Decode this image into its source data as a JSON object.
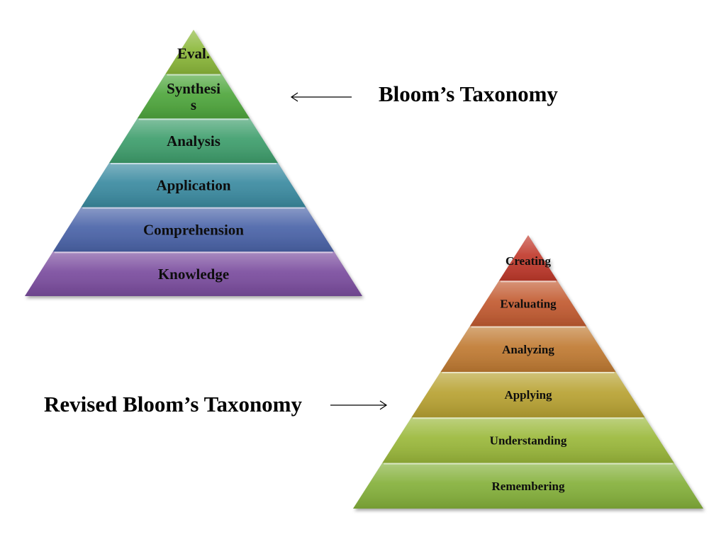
{
  "bloom": {
    "title": "Bloom’s Taxonomy",
    "levels": [
      {
        "label": "Eval.",
        "color": "#8bb83a"
      },
      {
        "label": "Synthesis",
        "color": "#4ea63c"
      },
      {
        "label": "Analysis",
        "color": "#3e9e6c"
      },
      {
        "label": "Application",
        "color": "#3a8aa0"
      },
      {
        "label": "Comprehension",
        "color": "#4a63a8"
      },
      {
        "label": "Knowledge",
        "color": "#7a4c9e"
      }
    ]
  },
  "revised": {
    "title": "Revised Bloom’s Taxonomy",
    "levels": [
      {
        "label": "Creating",
        "color": "#c0392b"
      },
      {
        "label": "Evaluating",
        "color": "#c25a30"
      },
      {
        "label": "Analyzing",
        "color": "#c07a32"
      },
      {
        "label": "Applying",
        "color": "#b8a232"
      },
      {
        "label": "Understanding",
        "color": "#9ab83a"
      },
      {
        "label": "Remembering",
        "color": "#84b03a"
      }
    ]
  },
  "arrows": {
    "bloom_arrow": "left-arrow-icon",
    "revised_arrow": "right-arrow-icon"
  }
}
